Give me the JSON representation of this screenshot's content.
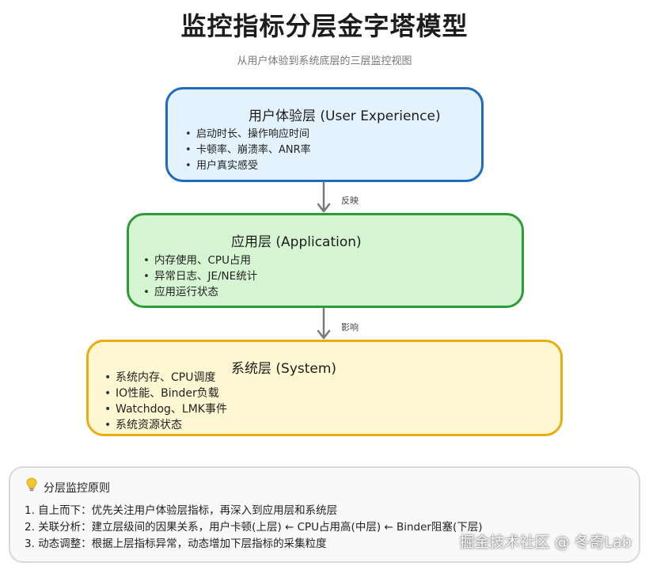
{
  "title": "监控指标分层金字塔模型",
  "subtitle": "从用户体验到系统底层的三层监控视图",
  "layers": [
    {
      "title": "用户体验层 (User Experience)",
      "items": [
        "启动时长、操作响应时间",
        "卡顿率、崩溃率、ANR率",
        "用户真实感受"
      ],
      "fill": "#e3f2fd",
      "stroke": "#1e6bbf"
    },
    {
      "title": "应用层 (Application)",
      "items": [
        "内存使用、CPU占用",
        "异常日志、JE/NE统计",
        "应用运行状态"
      ],
      "fill": "#d6f5d2",
      "stroke": "#2e9b38"
    },
    {
      "title": "系统层 (System)",
      "items": [
        "系统内存、CPU调度",
        "IO性能、Binder负载",
        "Watchdog、LMK事件",
        "系统资源状态"
      ],
      "fill": "#fff6d2",
      "stroke": "#e9ad12"
    }
  ],
  "arrows": [
    {
      "label": "反映"
    },
    {
      "label": "影响"
    }
  ],
  "principles": {
    "icon": "lightbulb-icon",
    "heading": "分层监控原则",
    "items": [
      "1. 自上而下：优先关注用户体验层指标，再深入到应用层和系统层",
      "2. 关联分析：建立层级间的因果关系，用户卡顿(上层) ← CPU占用高(中层) ← Binder阻塞(下层)",
      "3. 动态调整：根据上层指标异常，动态增加下层指标的采集粒度"
    ]
  },
  "watermark": "掘金技术社区 @ 冬奇Lab"
}
